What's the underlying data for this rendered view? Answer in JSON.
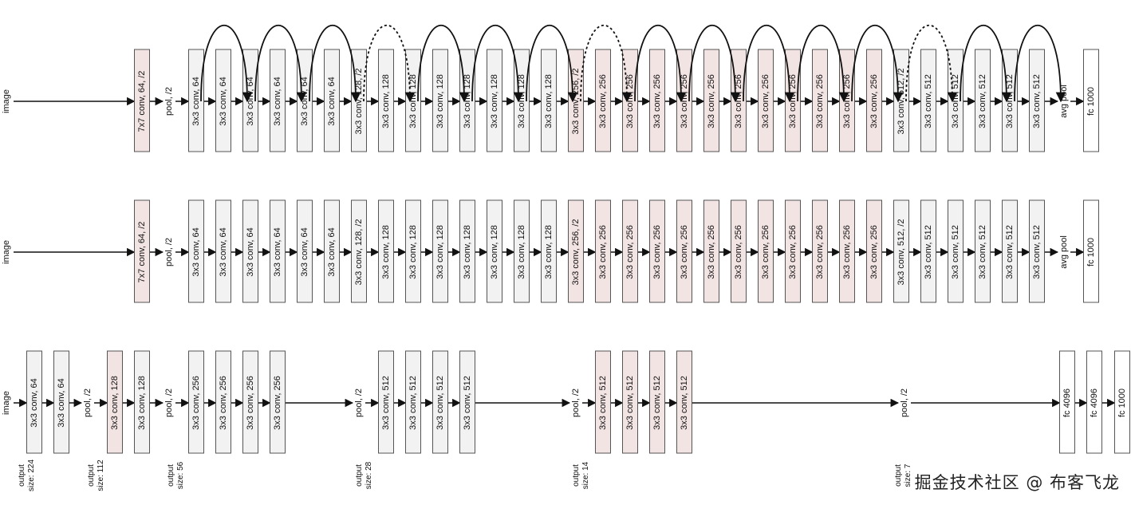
{
  "fills": {
    "plain": "#f2f2f2",
    "pink": "#f3e4e4",
    "white": "#ffffff",
    "stroke": "#555555"
  },
  "rows": [
    {
      "input_label": "image",
      "layers": [
        {
          "label": "7x7 conv, 64, /2",
          "fill": "pink"
        },
        {
          "label": "pool, /2",
          "kind": "text"
        },
        {
          "label": "3x3 conv, 64"
        },
        {
          "label": "3x3 conv, 64"
        },
        {
          "label": "3x3 conv, 64"
        },
        {
          "label": "3x3 conv, 64"
        },
        {
          "label": "3x3 conv, 64"
        },
        {
          "label": "3x3 conv, 64"
        },
        {
          "label": "3x3 conv, 128, /2"
        },
        {
          "label": "3x3 conv, 128"
        },
        {
          "label": "3x3 conv, 128"
        },
        {
          "label": "3x3 conv, 128"
        },
        {
          "label": "3x3 conv, 128"
        },
        {
          "label": "3x3 conv, 128"
        },
        {
          "label": "3x3 conv, 128"
        },
        {
          "label": "3x3 conv, 128"
        },
        {
          "label": "3x3 conv, 256, /2",
          "fill": "pink"
        },
        {
          "label": "3x3 conv, 256",
          "fill": "pink"
        },
        {
          "label": "3x3 conv, 256",
          "fill": "pink"
        },
        {
          "label": "3x3 conv, 256",
          "fill": "pink"
        },
        {
          "label": "3x3 conv, 256",
          "fill": "pink"
        },
        {
          "label": "3x3 conv, 256",
          "fill": "pink"
        },
        {
          "label": "3x3 conv, 256",
          "fill": "pink"
        },
        {
          "label": "3x3 conv, 256",
          "fill": "pink"
        },
        {
          "label": "3x3 conv, 256",
          "fill": "pink"
        },
        {
          "label": "3x3 conv, 256",
          "fill": "pink"
        },
        {
          "label": "3x3 conv, 256",
          "fill": "pink"
        },
        {
          "label": "3x3 conv, 256",
          "fill": "pink"
        },
        {
          "label": "3x3 conv, 512, /2"
        },
        {
          "label": "3x3 conv, 512"
        },
        {
          "label": "3x3 conv, 512"
        },
        {
          "label": "3x3 conv, 512"
        },
        {
          "label": "3x3 conv, 512"
        },
        {
          "label": "3x3 conv, 512"
        },
        {
          "label": "avg pool",
          "kind": "text"
        },
        {
          "label": "fc 1000",
          "fill": "white"
        }
      ],
      "skips": [
        {
          "dashed": false
        },
        {
          "dashed": false
        },
        {
          "dashed": false
        },
        {
          "dashed": true
        },
        {
          "dashed": false
        },
        {
          "dashed": false
        },
        {
          "dashed": false
        },
        {
          "dashed": true
        },
        {
          "dashed": false
        },
        {
          "dashed": false
        },
        {
          "dashed": false
        },
        {
          "dashed": false
        },
        {
          "dashed": false
        },
        {
          "dashed": true
        },
        {
          "dashed": false
        },
        {
          "dashed": false
        }
      ]
    },
    {
      "input_label": "image",
      "layers": [
        {
          "label": "7x7 conv, 64, /2",
          "fill": "pink"
        },
        {
          "label": "pool, /2",
          "kind": "text"
        },
        {
          "label": "3x3 conv, 64"
        },
        {
          "label": "3x3 conv, 64"
        },
        {
          "label": "3x3 conv, 64"
        },
        {
          "label": "3x3 conv, 64"
        },
        {
          "label": "3x3 conv, 64"
        },
        {
          "label": "3x3 conv, 64"
        },
        {
          "label": "3x3 conv, 128, /2"
        },
        {
          "label": "3x3 conv, 128"
        },
        {
          "label": "3x3 conv, 128"
        },
        {
          "label": "3x3 conv, 128"
        },
        {
          "label": "3x3 conv, 128"
        },
        {
          "label": "3x3 conv, 128"
        },
        {
          "label": "3x3 conv, 128"
        },
        {
          "label": "3x3 conv, 128"
        },
        {
          "label": "3x3 conv, 256, /2",
          "fill": "pink"
        },
        {
          "label": "3x3 conv, 256",
          "fill": "pink"
        },
        {
          "label": "3x3 conv, 256",
          "fill": "pink"
        },
        {
          "label": "3x3 conv, 256",
          "fill": "pink"
        },
        {
          "label": "3x3 conv, 256",
          "fill": "pink"
        },
        {
          "label": "3x3 conv, 256",
          "fill": "pink"
        },
        {
          "label": "3x3 conv, 256",
          "fill": "pink"
        },
        {
          "label": "3x3 conv, 256",
          "fill": "pink"
        },
        {
          "label": "3x3 conv, 256",
          "fill": "pink"
        },
        {
          "label": "3x3 conv, 256",
          "fill": "pink"
        },
        {
          "label": "3x3 conv, 256",
          "fill": "pink"
        },
        {
          "label": "3x3 conv, 256",
          "fill": "pink"
        },
        {
          "label": "3x3 conv, 512, /2"
        },
        {
          "label": "3x3 conv, 512"
        },
        {
          "label": "3x3 conv, 512"
        },
        {
          "label": "3x3 conv, 512"
        },
        {
          "label": "3x3 conv, 512"
        },
        {
          "label": "3x3 conv, 512"
        },
        {
          "label": "avg pool",
          "kind": "text"
        },
        {
          "label": "fc 1000",
          "fill": "white"
        }
      ],
      "skips": []
    },
    {
      "input_label": "image",
      "layers": [
        {
          "label": "3x3 conv, 64"
        },
        {
          "label": "3x3 conv, 64"
        },
        {
          "label": "pool, /2",
          "kind": "text"
        },
        {
          "label": "3x3 conv, 128",
          "fill": "pink"
        },
        {
          "label": "3x3 conv, 128"
        },
        {
          "label": "pool, /2",
          "kind": "text"
        },
        {
          "label": "3x3 conv, 256"
        },
        {
          "label": "3x3 conv, 256"
        },
        {
          "label": "3x3 conv, 256"
        },
        {
          "label": "3x3 conv, 256"
        },
        {
          "label": "pool, /2",
          "kind": "text"
        },
        {
          "label": "3x3 conv, 512"
        },
        {
          "label": "3x3 conv, 512"
        },
        {
          "label": "3x3 conv, 512"
        },
        {
          "label": "3x3 conv, 512"
        },
        {
          "label": "pool, /2",
          "kind": "text"
        },
        {
          "label": "3x3 conv, 512",
          "fill": "pink"
        },
        {
          "label": "3x3 conv, 512",
          "fill": "pink"
        },
        {
          "label": "3x3 conv, 512",
          "fill": "pink"
        },
        {
          "label": "3x3 conv, 512",
          "fill": "pink"
        },
        {
          "label": "pool, /2",
          "kind": "text"
        },
        {
          "label": "fc 4096",
          "fill": "white"
        },
        {
          "label": "fc 4096",
          "fill": "white"
        },
        {
          "label": "fc 1000",
          "fill": "white"
        }
      ],
      "skips": [],
      "output_sizes": [
        "output size: 224",
        "output size: 112",
        "output size: 56",
        "output size: 28",
        "output size: 14",
        "output size: 7"
      ]
    }
  ],
  "watermark": "掘金技术社区 @ 布客飞龙"
}
